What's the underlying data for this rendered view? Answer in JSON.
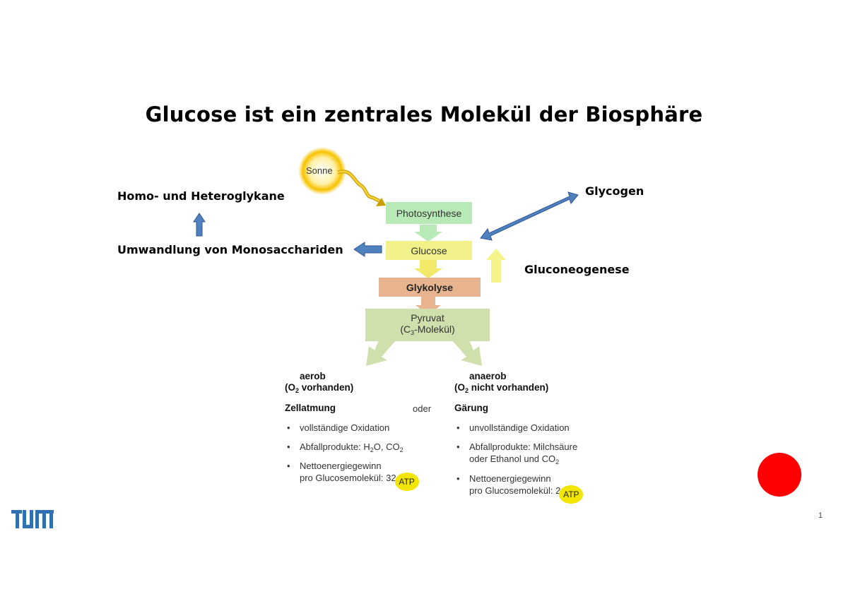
{
  "title": "Glucose ist ein zentrales Molekül der Biosphäre",
  "labels": {
    "homo_hetero": "Homo- und Heteroglykane",
    "umwandlung": "Umwandlung von Monosacchariden",
    "glycogen": "Glycogen",
    "gluconeogenese": "Gluconeogenese"
  },
  "diagram": {
    "sonne": "Sonne",
    "photosynthese": "Photosynthese",
    "glucose": "Glucose",
    "glykolyse": "Glykolyse",
    "pyruvat_line1": "Pyruvat",
    "pyruvat_line2_pre": "(C",
    "pyruvat_line2_sub": "3",
    "pyruvat_line2_post": "-Molekül)",
    "aerob": {
      "head1": "aerob",
      "head2_pre": "(O",
      "head2_sub": "2",
      "head2_post": " vorhanden)",
      "process": "Zellatmung",
      "bullet1": "vollständige Oxidation",
      "bullet2_pre": "Abfallprodukte: H",
      "bullet2_sub1": "2",
      "bullet2_mid": "O, CO",
      "bullet2_sub2": "2",
      "bullet3_line1": "Nettoenergiegewinn",
      "bullet3_line2": "pro Glucosemolekül: 32",
      "atp": "ATP"
    },
    "oder": "oder",
    "anaerob": {
      "head1": "anaerob",
      "head2_pre": "(O",
      "head2_sub": "2",
      "head2_post": " nicht vorhanden)",
      "process": "Gärung",
      "bullet1": "unvollständige Oxidation",
      "bullet2_line1": "Abfallprodukte: Milchsäure",
      "bullet2_line2_pre": "oder Ethanol und CO",
      "bullet2_line2_sub": "2",
      "bullet3_line1": "Nettoenergiegewinn",
      "bullet3_line2": "pro Glucosemolekül: 2",
      "atp": "ATP"
    }
  },
  "page_number": "1",
  "colors": {
    "blue_arrow": "#4f81bd",
    "photosynthese_box": "#b8eab8",
    "glucose_box": "#f2f28a",
    "glykolyse_box": "#e8b48f",
    "pyruvat_box": "#cfe0ad",
    "sun": "#f7c200",
    "red_dot": "#ff0000",
    "tum_blue": "#3070b3"
  }
}
